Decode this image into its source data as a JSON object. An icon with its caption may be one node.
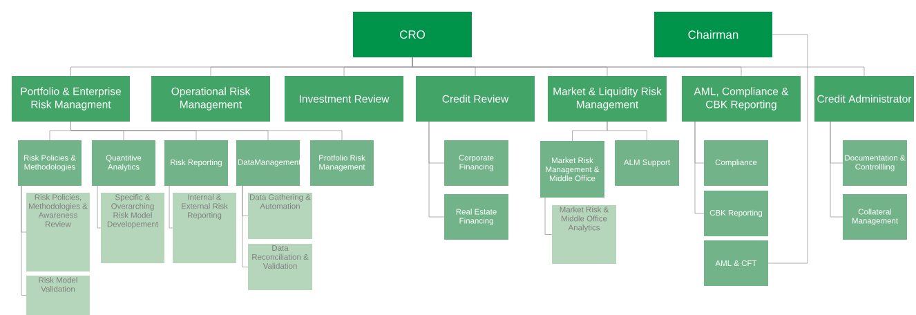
{
  "diagram": {
    "nodes": [
      {
        "text": [
          "CRO"
        ]
      },
      {
        "text": [
          "Chairman"
        ]
      },
      {
        "text": [
          "Portfolio & Enterprise Risk Managment"
        ]
      },
      {
        "text": [
          "Operational Risk Management"
        ]
      },
      {
        "text": [
          "Investment Review"
        ]
      },
      {
        "text": [
          "Credit Review"
        ]
      },
      {
        "text": [
          "Market & Liquidity Risk Management"
        ]
      },
      {
        "text": [
          "AML, Compliance & CBK Reporting"
        ]
      },
      {
        "text": [
          "Credit Administrator"
        ]
      },
      {
        "text": [
          "Risk Policies & Methodologies"
        ]
      },
      {
        "text": [
          "Quantitive Analytics"
        ]
      },
      {
        "text": [
          "Risk Reporting"
        ]
      },
      {
        "text": [
          "DataManagement"
        ]
      },
      {
        "text": [
          "Protfolio Risk Management"
        ]
      },
      {
        "text": [
          "Risk Policies, Methodologies & Awareness Review"
        ]
      },
      {
        "text": [
          "Risk Model Validation"
        ]
      },
      {
        "text": [
          "Specific & Overarching Risk Model Developement"
        ]
      },
      {
        "text": [
          "Internal & External Risk Reporting"
        ]
      },
      {
        "text": [
          "Data Gathering & Automation"
        ]
      },
      {
        "text": [
          "Data Reconciliation & Validation"
        ]
      },
      {
        "text": [
          "Corporate Financing"
        ]
      },
      {
        "text": [
          "Real Estate Financing"
        ]
      },
      {
        "text": [
          "Market Risk Management & Middle Office"
        ]
      },
      {
        "text": [
          "ALM Support"
        ]
      },
      {
        "text": [
          "Market Risk & Middle Office Analytics"
        ]
      },
      {
        "text": [
          "Compliance"
        ]
      },
      {
        "text": [
          "CBK Reporting"
        ]
      },
      {
        "text": [
          "AML & CFT"
        ]
      },
      {
        "text": [
          "Documentation & Controllling"
        ]
      },
      {
        "text": [
          "Collateral Management"
        ]
      }
    ],
    "edges": [
      {
        "from": 0,
        "to": 2,
        "arrow": "none"
      },
      {
        "from": 0,
        "to": 3,
        "arrow": "none"
      },
      {
        "from": 0,
        "to": 4,
        "arrow": "none"
      },
      {
        "from": 0,
        "to": 5,
        "arrow": "none"
      },
      {
        "from": 0,
        "to": 6,
        "arrow": "none"
      },
      {
        "from": 0,
        "to": 7,
        "arrow": "none"
      },
      {
        "from": 0,
        "to": 8,
        "arrow": "none"
      },
      {
        "from": 1,
        "to": 27,
        "arrow": "none"
      },
      {
        "from": 2,
        "to": 9,
        "arrow": "none"
      },
      {
        "from": 2,
        "to": 10,
        "arrow": "none"
      },
      {
        "from": 2,
        "to": 11,
        "arrow": "none"
      },
      {
        "from": 2,
        "to": 12,
        "arrow": "none"
      },
      {
        "from": 2,
        "to": 13,
        "arrow": "none"
      },
      {
        "from": 9,
        "to": 14,
        "arrow": "none"
      },
      {
        "from": 9,
        "to": 15,
        "arrow": "none"
      },
      {
        "from": 10,
        "to": 16,
        "arrow": "none"
      },
      {
        "from": 11,
        "to": 17,
        "arrow": "none"
      },
      {
        "from": 12,
        "to": 18,
        "arrow": "none"
      },
      {
        "from": 12,
        "to": 19,
        "arrow": "none"
      },
      {
        "from": 5,
        "to": 20,
        "arrow": "none"
      },
      {
        "from": 5,
        "to": 21,
        "arrow": "none"
      },
      {
        "from": 6,
        "to": 22,
        "arrow": "none"
      },
      {
        "from": 6,
        "to": 23,
        "arrow": "none"
      },
      {
        "from": 22,
        "to": 24,
        "arrow": "none"
      },
      {
        "from": 7,
        "to": 25,
        "arrow": "none"
      },
      {
        "from": 7,
        "to": 26,
        "arrow": "none"
      },
      {
        "from": 8,
        "to": 28,
        "arrow": "none"
      },
      {
        "from": 8,
        "to": 29,
        "arrow": "none"
      }
    ]
  }
}
